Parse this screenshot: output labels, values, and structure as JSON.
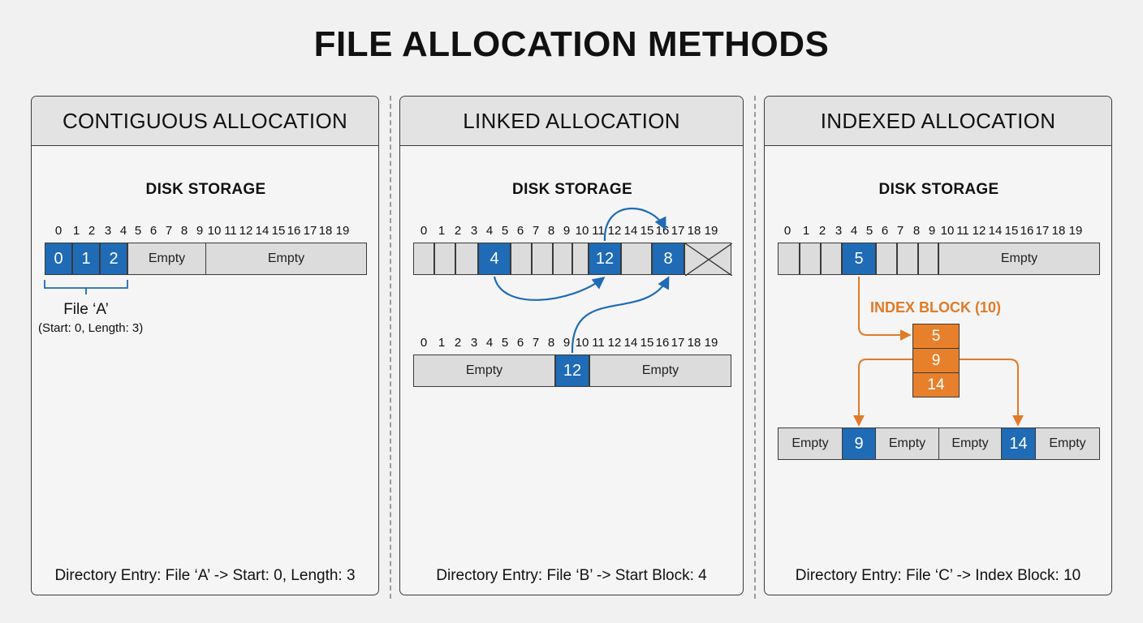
{
  "title": "FILE ALLOCATION METHODS",
  "colors": {
    "block_blue": "#1f6bb5",
    "index_orange": "#e8802b",
    "empty_gray": "#dcdcdc"
  },
  "contiguous": {
    "header": "CONTIGUOUS ALLOCATION",
    "disk_label": "DISK STORAGE",
    "indices": [
      "0",
      "1",
      "2",
      "3",
      "4",
      "5",
      "6",
      "7",
      "8",
      "9",
      "10",
      "11",
      "12",
      "14",
      "15",
      "16",
      "17",
      "18",
      "19"
    ],
    "blocks": [
      "0",
      "1",
      "2"
    ],
    "empty1": "Empty",
    "empty2": "Empty",
    "file_label": "File ‘A’",
    "file_detail": "(Start: 0, Length: 3)",
    "footer": "Directory Entry: File ‘A’ -> Start: 0, Length: 3"
  },
  "linked": {
    "header": "LINKED ALLOCATION",
    "disk_label": "DISK STORAGE",
    "indices_top": [
      "0",
      "1",
      "2",
      "3",
      "4",
      "5",
      "6",
      "7",
      "8",
      "9",
      "10",
      "11",
      "12",
      "14",
      "15",
      "16",
      "17",
      "18",
      "19"
    ],
    "indices_bottom": [
      "0",
      "1",
      "2",
      "3",
      "4",
      "5",
      "6",
      "7",
      "8",
      "9",
      "10",
      "11",
      "12",
      "14",
      "15",
      "16",
      "17",
      "18",
      "19"
    ],
    "top_blocks": [
      "4",
      "12",
      "8"
    ],
    "bottom_block": "12",
    "bottom_empty1": "Empty",
    "bottom_empty2": "Empty",
    "footer": "Directory Entry: File ‘B’ -> Start Block: 4"
  },
  "indexed": {
    "header": "INDEXED ALLOCATION",
    "disk_label": "DISK STORAGE",
    "indices": [
      "0",
      "1",
      "2",
      "3",
      "4",
      "5",
      "6",
      "7",
      "8",
      "9",
      "10",
      "11",
      "12",
      "14",
      "15",
      "16",
      "17",
      "18",
      "19"
    ],
    "top_block": "5",
    "top_empty": "Empty",
    "index_block_label": "INDEX BLOCK (10)",
    "index_entries": [
      "5",
      "9",
      "14"
    ],
    "bottom_row": [
      "Empty",
      "9",
      "Empty",
      "Empty",
      "14",
      "Empty"
    ],
    "footer": "Directory Entry: File ‘C’ -> Index Block: 10"
  }
}
